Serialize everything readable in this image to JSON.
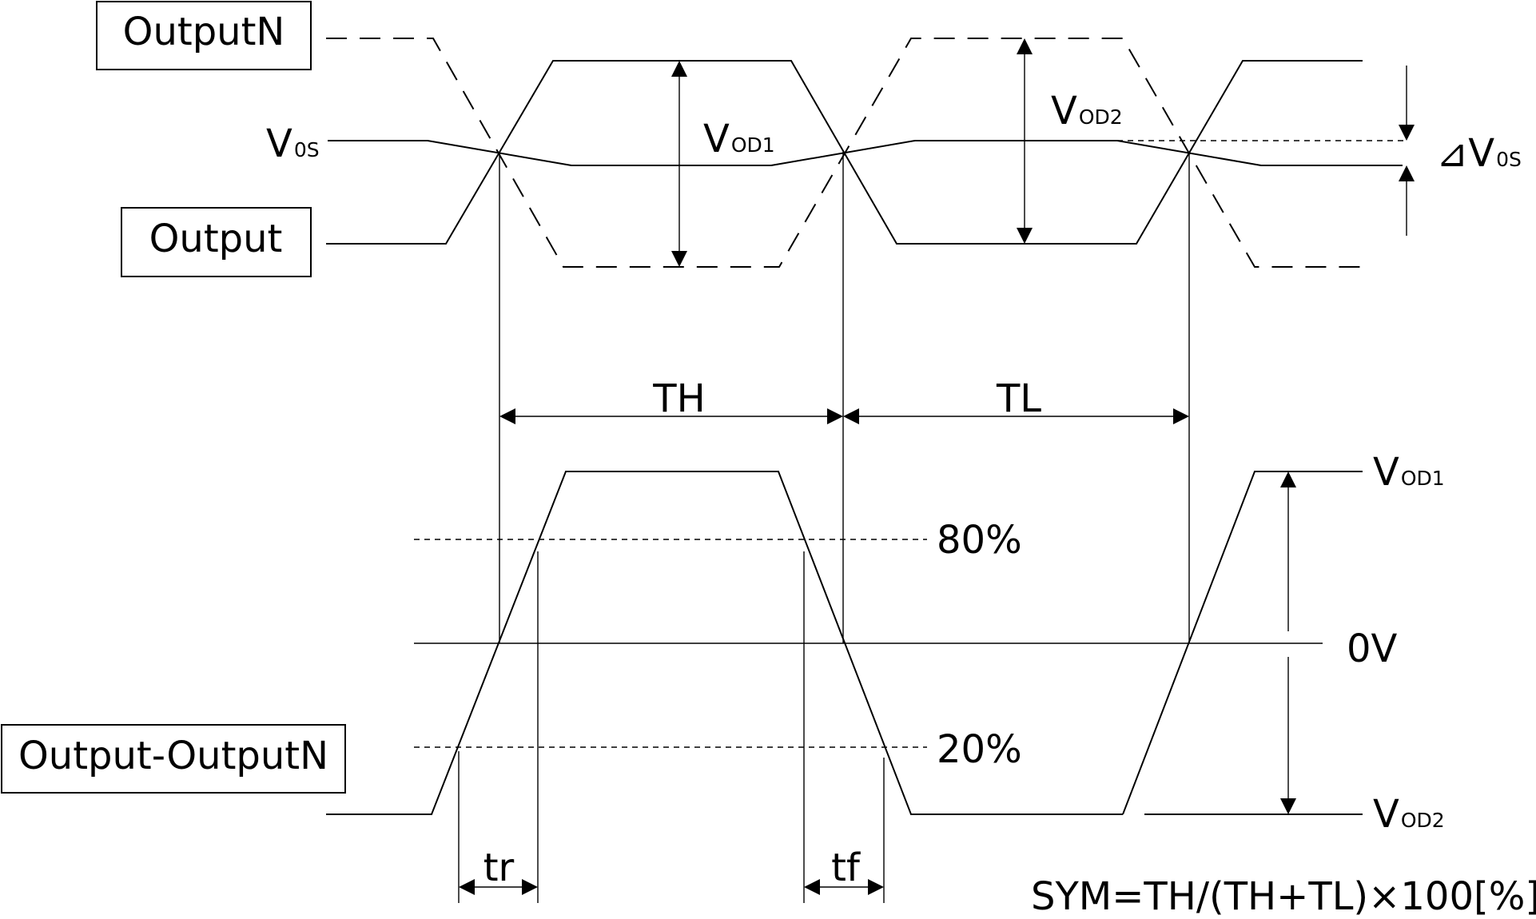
{
  "labels": {
    "output_n": "OutputN",
    "output": "Output",
    "output_diff": "Output-OutputN",
    "vos_main": "V",
    "vos_sub": "0S",
    "vod1_main": "V",
    "vod1_sub": "OD1",
    "vod2_main": "V",
    "vod2_sub": "OD2",
    "delta_vos_main": "⊿V",
    "delta_vos_sub": "0S",
    "th": "TH",
    "tl": "TL",
    "pct80": "80%",
    "pct20": "20%",
    "zero_v": "0V",
    "tr": "tr",
    "tf": "tf",
    "sym_formula": "SYM=TH/(TH+TL)×100[%]"
  }
}
